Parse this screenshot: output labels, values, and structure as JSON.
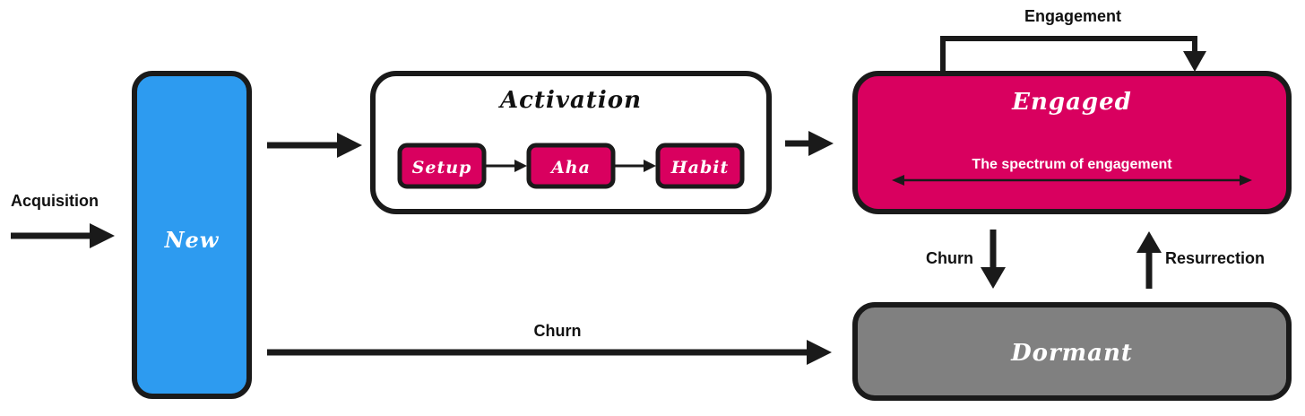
{
  "labels": {
    "acquisition": "Acquisition",
    "new": "New",
    "activation": "Activation",
    "setup": "Setup",
    "aha": "Aha",
    "habit": "Habit",
    "engagement": "Engagement",
    "engaged": "Engaged",
    "spectrum": "The spectrum of engagement",
    "churn_right": "Churn",
    "resurrection": "Resurrection",
    "churn_bottom": "Churn",
    "dormant": "Dormant"
  },
  "colors": {
    "new_fill": "#2d9bf0",
    "engaged_fill": "#d9005f",
    "step_fill": "#d9005f",
    "dormant_fill": "#808080",
    "stroke": "#1a1a1a"
  }
}
